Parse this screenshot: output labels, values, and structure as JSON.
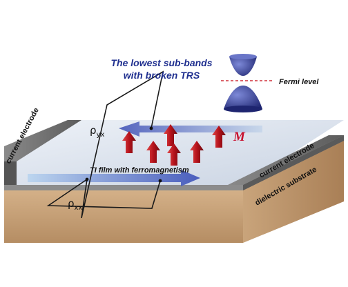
{
  "labels": {
    "title_line1": "The lowest sub-bands",
    "title_line2": "with broken TRS",
    "fermi_level": "Fermi level",
    "magnetization": "M",
    "current_electrode_left": "current electrode",
    "current_electrode_right": "current electrode",
    "film": "TI film with ferromagnetism",
    "substrate": "dielectric substrate",
    "rho_yx_base": "ρ",
    "rho_yx_sub": "yx",
    "rho_xx_base": "ρ",
    "rho_xx_sub": "xx"
  },
  "colors": {
    "title_blue": "#1f2f8f",
    "cone_blue": "#2a3590",
    "fermi_red": "#d0303a",
    "magnet_red": "#c8102e",
    "spin_arrow_red": "#b5121b",
    "substrate_tan": "#c8a27a",
    "electrode_gray": "#6f6f6f",
    "film_surface": "#d9e1ec",
    "current_arrow_blue": "#3a4fb8"
  },
  "icons": {
    "spin": "red-up-arrow-icon",
    "band": "dirac-cone-icon"
  }
}
